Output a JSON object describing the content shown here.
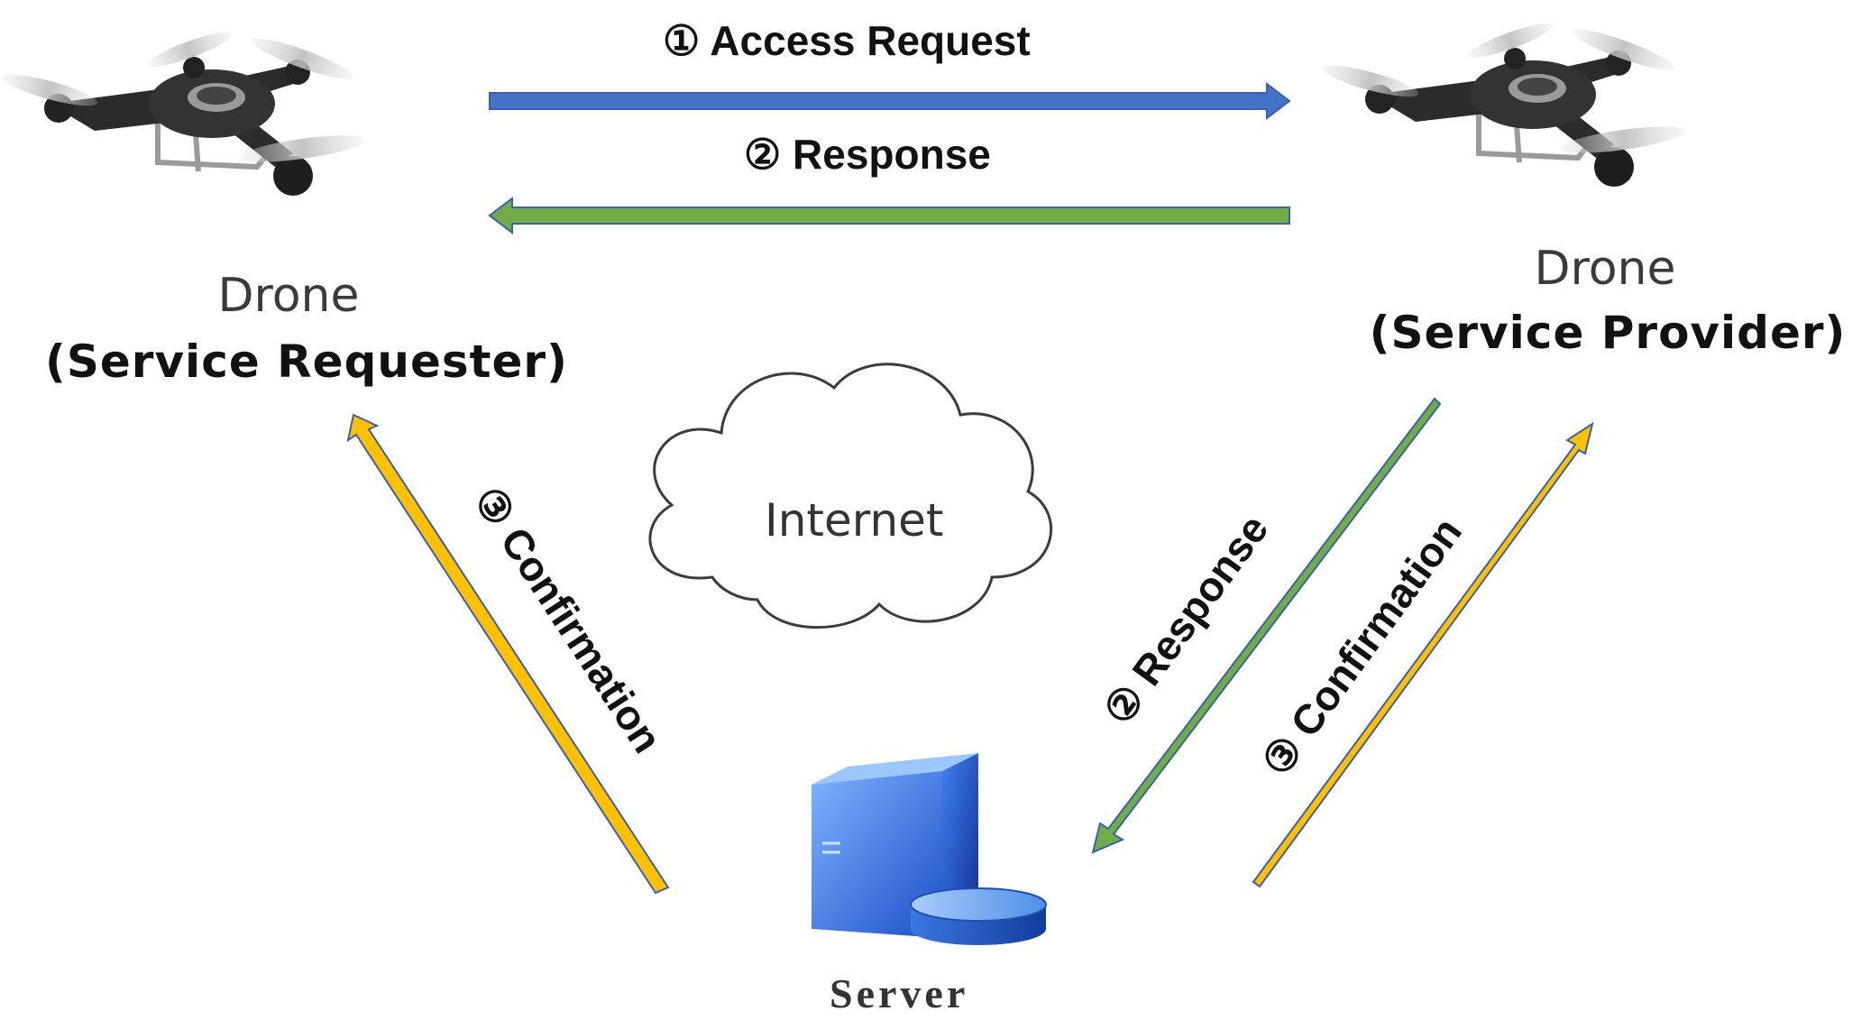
{
  "nodes": {
    "requester": {
      "title": "Drone",
      "subtitle": "(Service Requester)",
      "icon": "drone-icon"
    },
    "provider": {
      "title": "Drone",
      "subtitle": "(Service Provider)",
      "icon": "drone-icon"
    },
    "server": {
      "label": "Server",
      "icon": "server-icon"
    },
    "internet": {
      "label": "Internet",
      "icon": "cloud-icon"
    }
  },
  "flows": {
    "access_request": {
      "step": "①",
      "label": "① Access Request",
      "color": "#4472c4"
    },
    "response_top": {
      "step": "②",
      "label": "② Response",
      "color": "#70ad47"
    },
    "confirmation_left": {
      "step": "③",
      "label": "③ Confirmation",
      "color": "#ffc000"
    },
    "response_right": {
      "step": "②",
      "label": "② Response",
      "color": "#70ad47"
    },
    "confirmation_right": {
      "step": "③",
      "label": "③ Confirmation",
      "color": "#ffc000"
    }
  },
  "colors": {
    "arrow_outline": "#3a5fb0",
    "drone_body": "#2b2b2b",
    "drone_frame": "#9a9a9a",
    "server_blue": "#2f6fe0"
  }
}
